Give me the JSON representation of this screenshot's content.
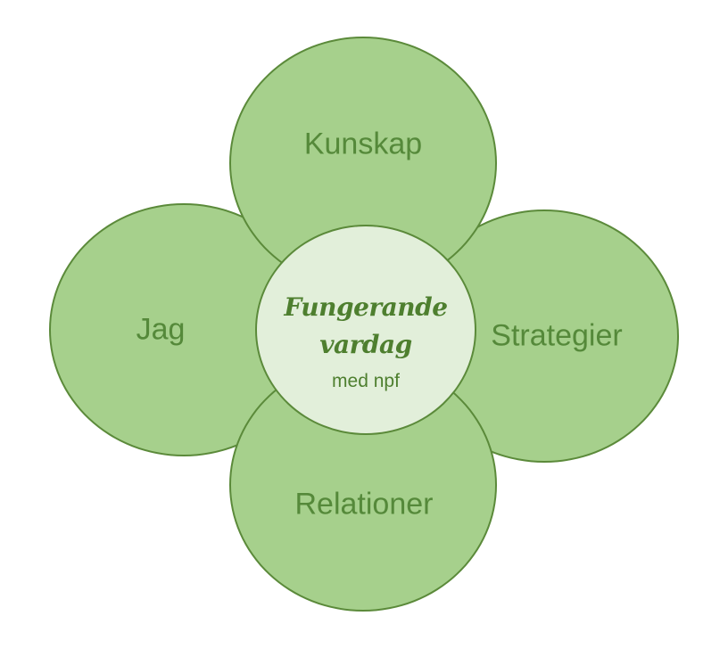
{
  "diagram": {
    "petals": {
      "top": "Kunskap",
      "left": "Jag",
      "right": "Strategier",
      "bottom": "Relationer"
    },
    "center": {
      "title_line1": "Fungerande",
      "title_line2": "vardag",
      "subtitle": "med npf"
    }
  },
  "colors": {
    "petal_fill": "#a6d08c",
    "center_fill": "#e2efda",
    "outline": "#5b8a3a",
    "text": "#55893a"
  }
}
